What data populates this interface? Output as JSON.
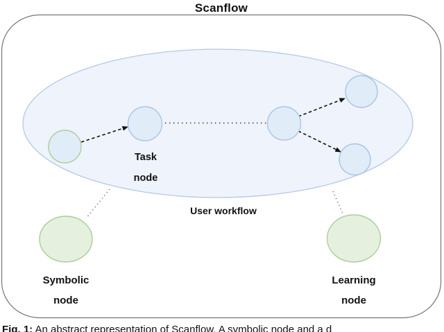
{
  "figure": {
    "title": "Scanflow",
    "caption": {
      "prefix": "Fig. 1:",
      "text": " An abstract representation of Scanflow. A symbolic node and a d"
    }
  },
  "diagram": {
    "workflow_label": "User workflow",
    "task_node": {
      "label": "Task node",
      "lines": [
        "Task",
        "node"
      ]
    },
    "symbolic_node": {
      "label": "Symbolic node",
      "lines": [
        "Symbolic",
        "node"
      ]
    },
    "learning_node": {
      "label": "Learning node",
      "lines": [
        "Learning",
        "node"
      ]
    },
    "colors": {
      "workflow_ellipse_fill": "#eef3fc",
      "workflow_ellipse_stroke": "#b4c9e4",
      "task_node_fill": "#e1ecf9",
      "task_node_stroke": "#a9c4e3",
      "green_node_fill": "#e5f0de",
      "green_node_stroke": "#abcd99",
      "arrow_color": "#111111",
      "border_color": "#757575"
    }
  }
}
